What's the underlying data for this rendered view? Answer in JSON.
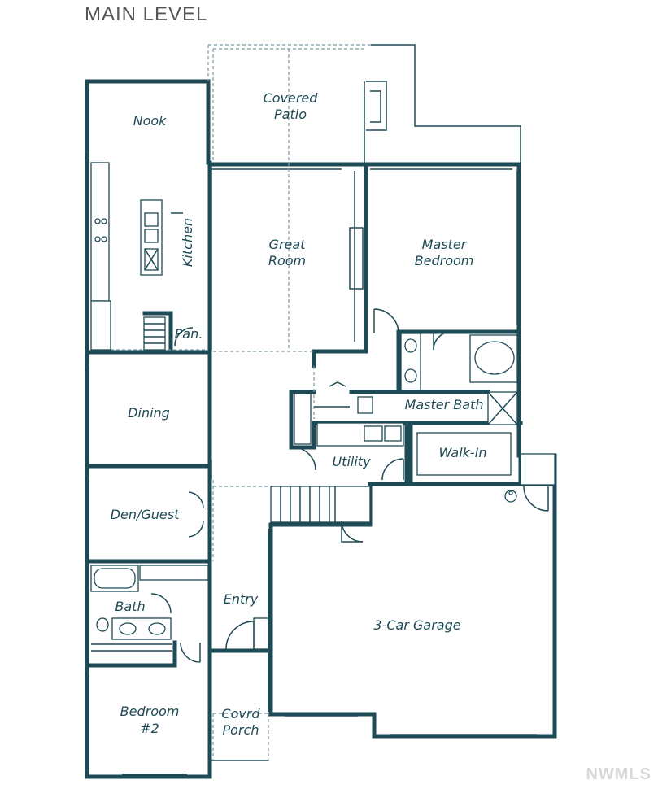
{
  "header": {
    "title": "MAIN LEVEL"
  },
  "watermark": {
    "text": "NWMLS"
  },
  "rooms": {
    "covered_patio": [
      "Covered",
      "Patio"
    ],
    "nook": "Nook",
    "kitchen": "Kitchen",
    "great_room": [
      "Great",
      "Room"
    ],
    "master_bedroom": [
      "Master",
      "Bedroom"
    ],
    "pantry": "Pan.",
    "dining": "Dining",
    "master_bath": "Master Bath",
    "walk_in": "Walk-In",
    "utility": "Utility",
    "den_guest": "Den/Guest",
    "bath": "Bath",
    "entry": "Entry",
    "garage": "3-Car Garage",
    "bedroom2": [
      "Bedroom",
      "#2"
    ],
    "covered_porch": [
      "Covrd",
      "Porch"
    ]
  },
  "colors": {
    "wall": "#1e4a55",
    "title": "#555555",
    "watermark": "#d8d8d8"
  }
}
